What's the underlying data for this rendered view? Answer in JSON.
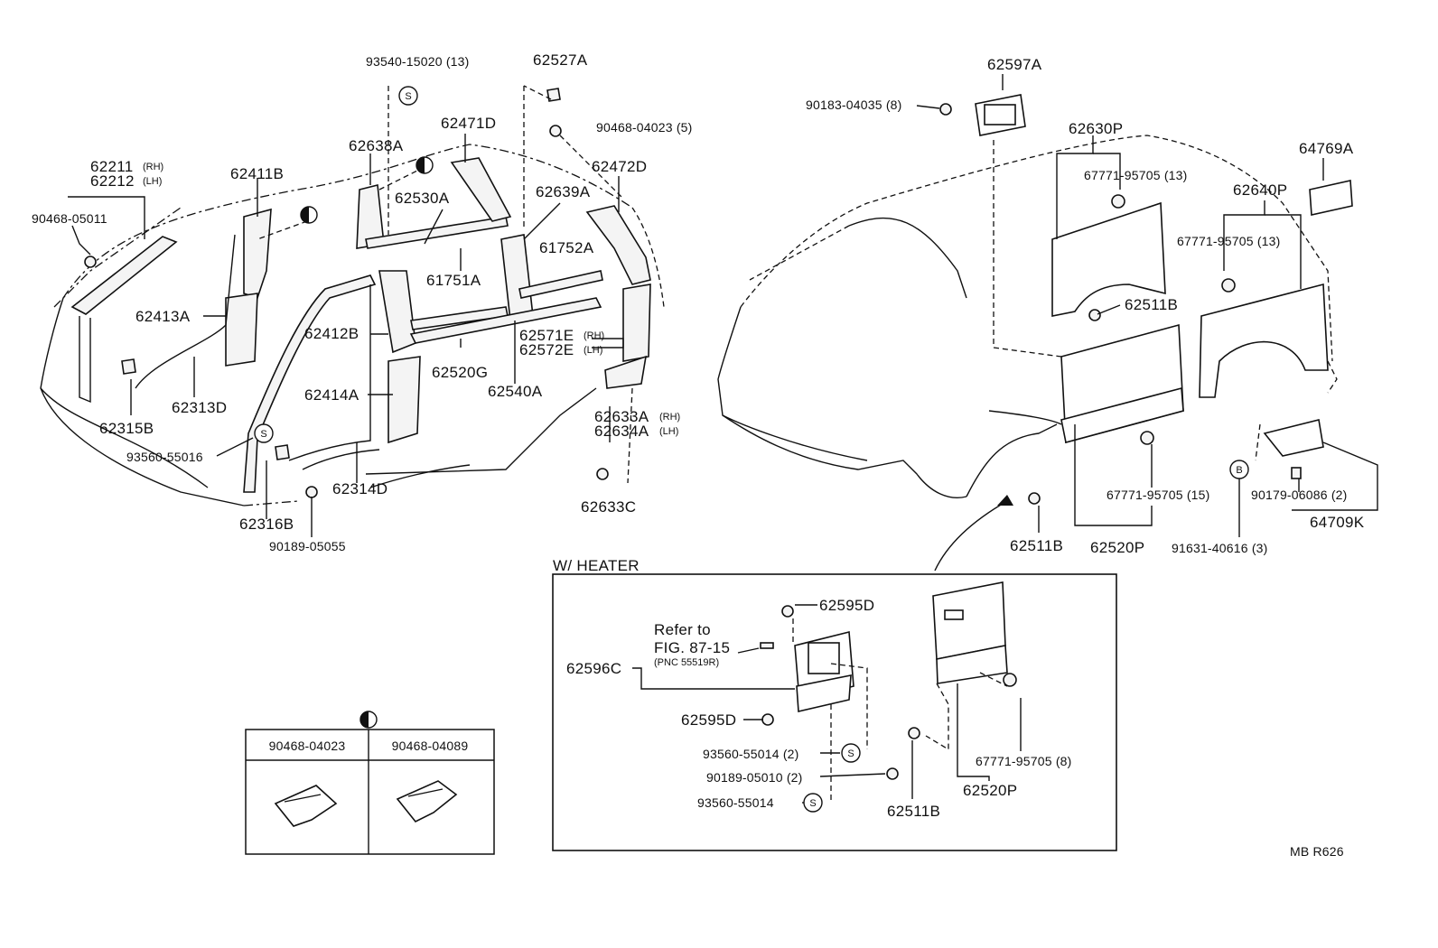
{
  "footer_code": "MB  R626",
  "heater": {
    "title": "W/ HEATER",
    "refer_line1": "Refer to",
    "refer_line2": "FIG. 87-15",
    "refer_line3": "(PNC 55519R)"
  },
  "symbols": {
    "s": "S",
    "b": "B"
  },
  "clip_table": {
    "col1": "90468-04023",
    "col2": "90468-04089"
  },
  "labels": {
    "p93540": "93540-15020 (13)",
    "p62527A": "62527A",
    "p90468_04023": "90468-04023 (5)",
    "p62471D": "62471D",
    "p62638A": "62638A",
    "p62472D": "62472D",
    "p62211": "62211",
    "p62212": "62212",
    "rh": "(RH)",
    "lh": "(LH)",
    "p62411B": "62411B",
    "p62530A": "62530A",
    "p62639A": "62639A",
    "p90468_05011": "90468-05011",
    "p61752A": "61752A",
    "p61751A": "61751A",
    "p62413A": "62413A",
    "p62412B": "62412B",
    "p62571E": "62571E",
    "p62572E": "62572E",
    "p62520G": "62520G",
    "p62540A": "62540A",
    "p62414A": "62414A",
    "p62313D": "62313D",
    "p62315B": "62315B",
    "p62633A": "62633A",
    "p62634A": "62634A",
    "p93560_55016": "93560-55016",
    "p62314D": "62314D",
    "p62316B": "62316B",
    "p62633C": "62633C",
    "p90189_05055": "90189-05055",
    "p62597A": "62597A",
    "p90183": "90183-04035 (8)",
    "p62630P": "62630P",
    "p64769A": "64769A",
    "p67771_13a": "67771-95705 (13)",
    "p62640P": "62640P",
    "p67771_13b": "67771-95705 (13)",
    "p62511B_a": "62511B",
    "p67771_15": "67771-95705 (15)",
    "p90179": "90179-06086 (2)",
    "p64709K": "64709K",
    "p62511B_b": "62511B",
    "p62520P_a": "62520P",
    "p91631": "91631-40616 (3)",
    "p62595D_a": "62595D",
    "p62596C": "62596C",
    "p62595D_b": "62595D",
    "p93560_55014_a": "93560-55014 (2)",
    "p90189_05010": "90189-05010 (2)",
    "p93560_55014_b": "93560-55014",
    "p67771_8": "67771-95705 (8)",
    "p62520P_b": "62520P",
    "p62511B_c": "62511B"
  }
}
